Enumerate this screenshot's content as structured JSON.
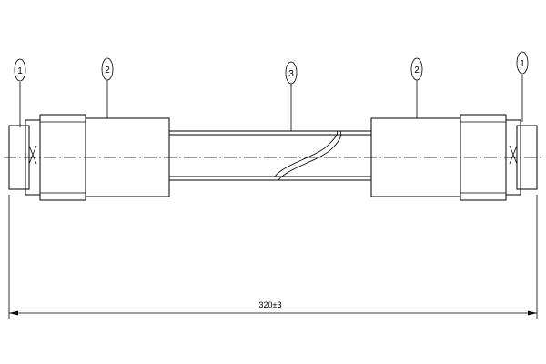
{
  "callouts": [
    {
      "id": "callout-1-left",
      "text": "1"
    },
    {
      "id": "callout-2-left",
      "text": "2"
    },
    {
      "id": "callout-3",
      "text": "3"
    },
    {
      "id": "callout-2-right",
      "text": "2"
    },
    {
      "id": "callout-1-right",
      "text": "1"
    }
  ],
  "dimension": {
    "overall_length": "320±3"
  }
}
